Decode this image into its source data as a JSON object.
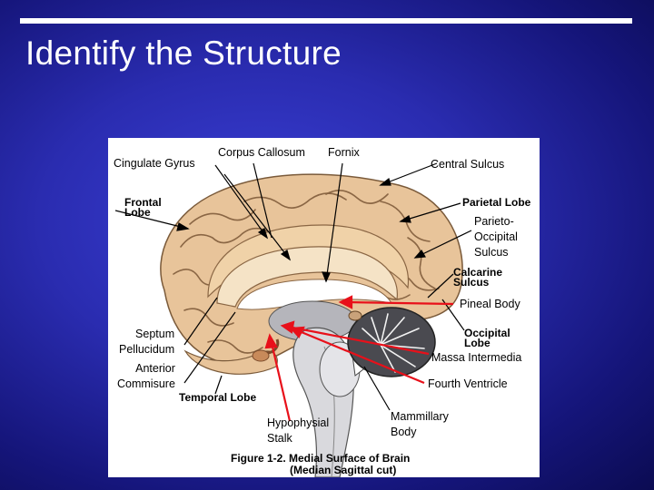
{
  "slide": {
    "title": "Identify the Structure"
  },
  "figure": {
    "caption_line1": "Figure 1-2. Medial Surface of Brain",
    "caption_line2": "(Median Sagittal cut)",
    "printed_labels": {
      "frontal_lobe": "Frontal\nLobe",
      "parietal_lobe": "Parietal Lobe",
      "calcarine_sulcus": "Calcarine\nSulcus",
      "occipital_lobe": "Occipital\nLobe",
      "temporal_lobe": "Temporal Lobe"
    }
  },
  "annotations": {
    "cingulate_gyrus": "Cingulate Gyrus",
    "corpus_callosum": "Corpus Callosum",
    "fornix": "Fornix",
    "central_sulcus": "Central Sulcus",
    "parieto_occipital_sulcus": "Parieto-\nOccipital\nSulcus",
    "pineal_body": "Pineal Body",
    "septum_pellucidum": "Septum\nPellucidum",
    "massa_intermedia": "Massa Intermedia",
    "anterior_commisure": "Anterior\nCommisure",
    "fourth_ventricle": "Fourth Ventricle",
    "hypophysial_stalk": "Hypophysial\nStalk",
    "mammillary_body": "Mammillary\nBody"
  },
  "colors": {
    "slide_background": "#2a2cb0",
    "title_text": "#ffffff",
    "pointer_red": "#e8101a",
    "brain_tan": "#e8c49a",
    "callosum_beige": "#f5e3c6",
    "brainstem_gray": "#d9d9dd"
  }
}
